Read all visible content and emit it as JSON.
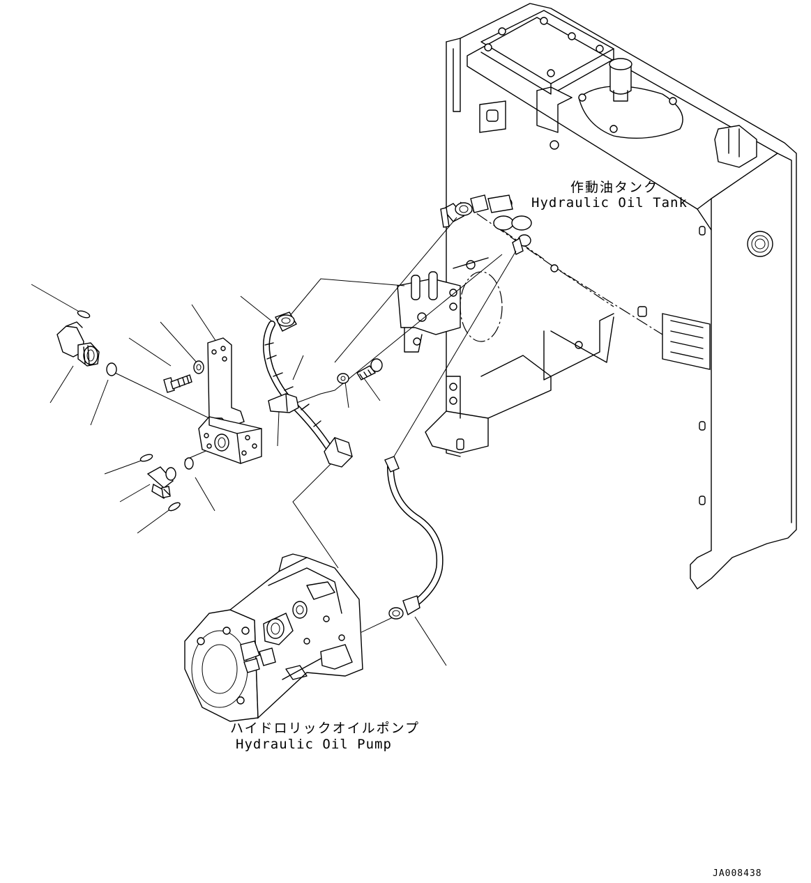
{
  "labels": {
    "tank_jp": "作動油タンク",
    "tank_en": "Hydraulic Oil Tank",
    "pump_jp": "ハイドロリックオイルポンプ",
    "pump_en": "Hydraulic Oil Pump",
    "drawing_id": "JA008438"
  }
}
